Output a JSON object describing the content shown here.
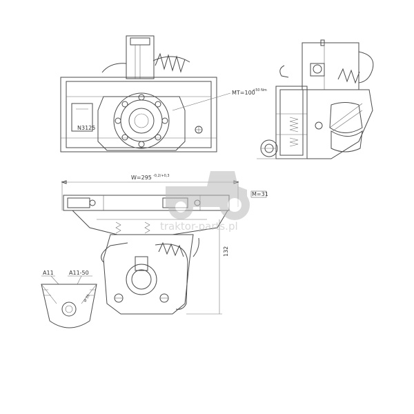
{
  "labels": {
    "mt": "MT=100",
    "mt_sup": "+50 Nm",
    "nr": "N3125",
    "width": "W=295",
    "width_tol": "-0,2/+0,3",
    "height": "132",
    "side": "M=31",
    "sect_a": "A11",
    "sect_b": "A11-50",
    "diam": "Ø 35"
  },
  "watermark": {
    "text": "traktor-parts.pl"
  },
  "colors": {
    "line": "#4a4a4a",
    "watermark": "#b9b9b9"
  }
}
